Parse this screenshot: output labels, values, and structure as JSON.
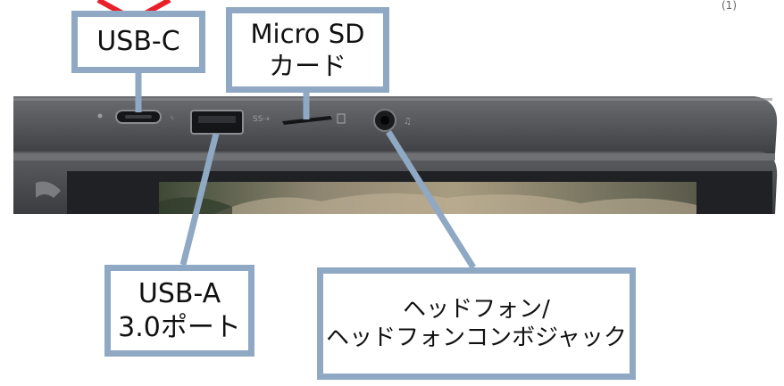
{
  "callouts": {
    "usbc": {
      "lines": [
        "USB-C"
      ]
    },
    "microsd": {
      "lines": [
        "Micro SD",
        "カード"
      ]
    },
    "usba": {
      "lines": [
        "USB-A",
        "3.0ポート"
      ]
    },
    "headphone": {
      "lines": [
        "ヘッドフォン/",
        "ヘッドフォンコンボジャック"
      ]
    }
  },
  "colors": {
    "callout_border": "#8fa8c3",
    "leader_line": "#8fa8c3",
    "highlight": "#e8202a",
    "device_body": "#55575a",
    "device_bezel": "#2b2d30"
  }
}
